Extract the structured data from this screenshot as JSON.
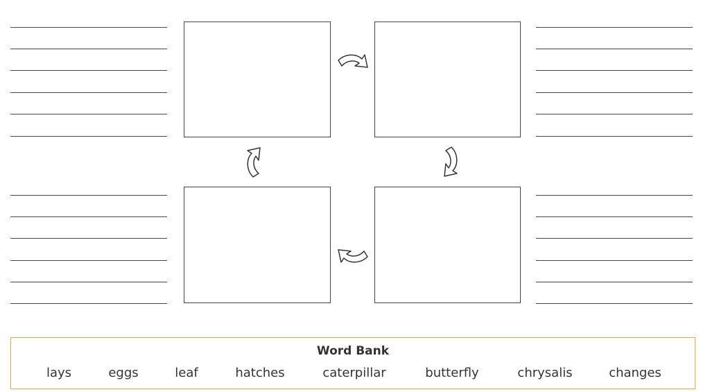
{
  "colors": {
    "line": "#444444",
    "word_bank_border": "#f0a040",
    "text": "#333333"
  },
  "icons": [
    "clockwise-curved-arrow-icon"
  ],
  "word_bank": {
    "title": "Word Bank",
    "words": [
      "lays",
      "eggs",
      "leaf",
      "hatches",
      "caterpillar",
      "butterfly",
      "chrysalis",
      "changes"
    ]
  }
}
